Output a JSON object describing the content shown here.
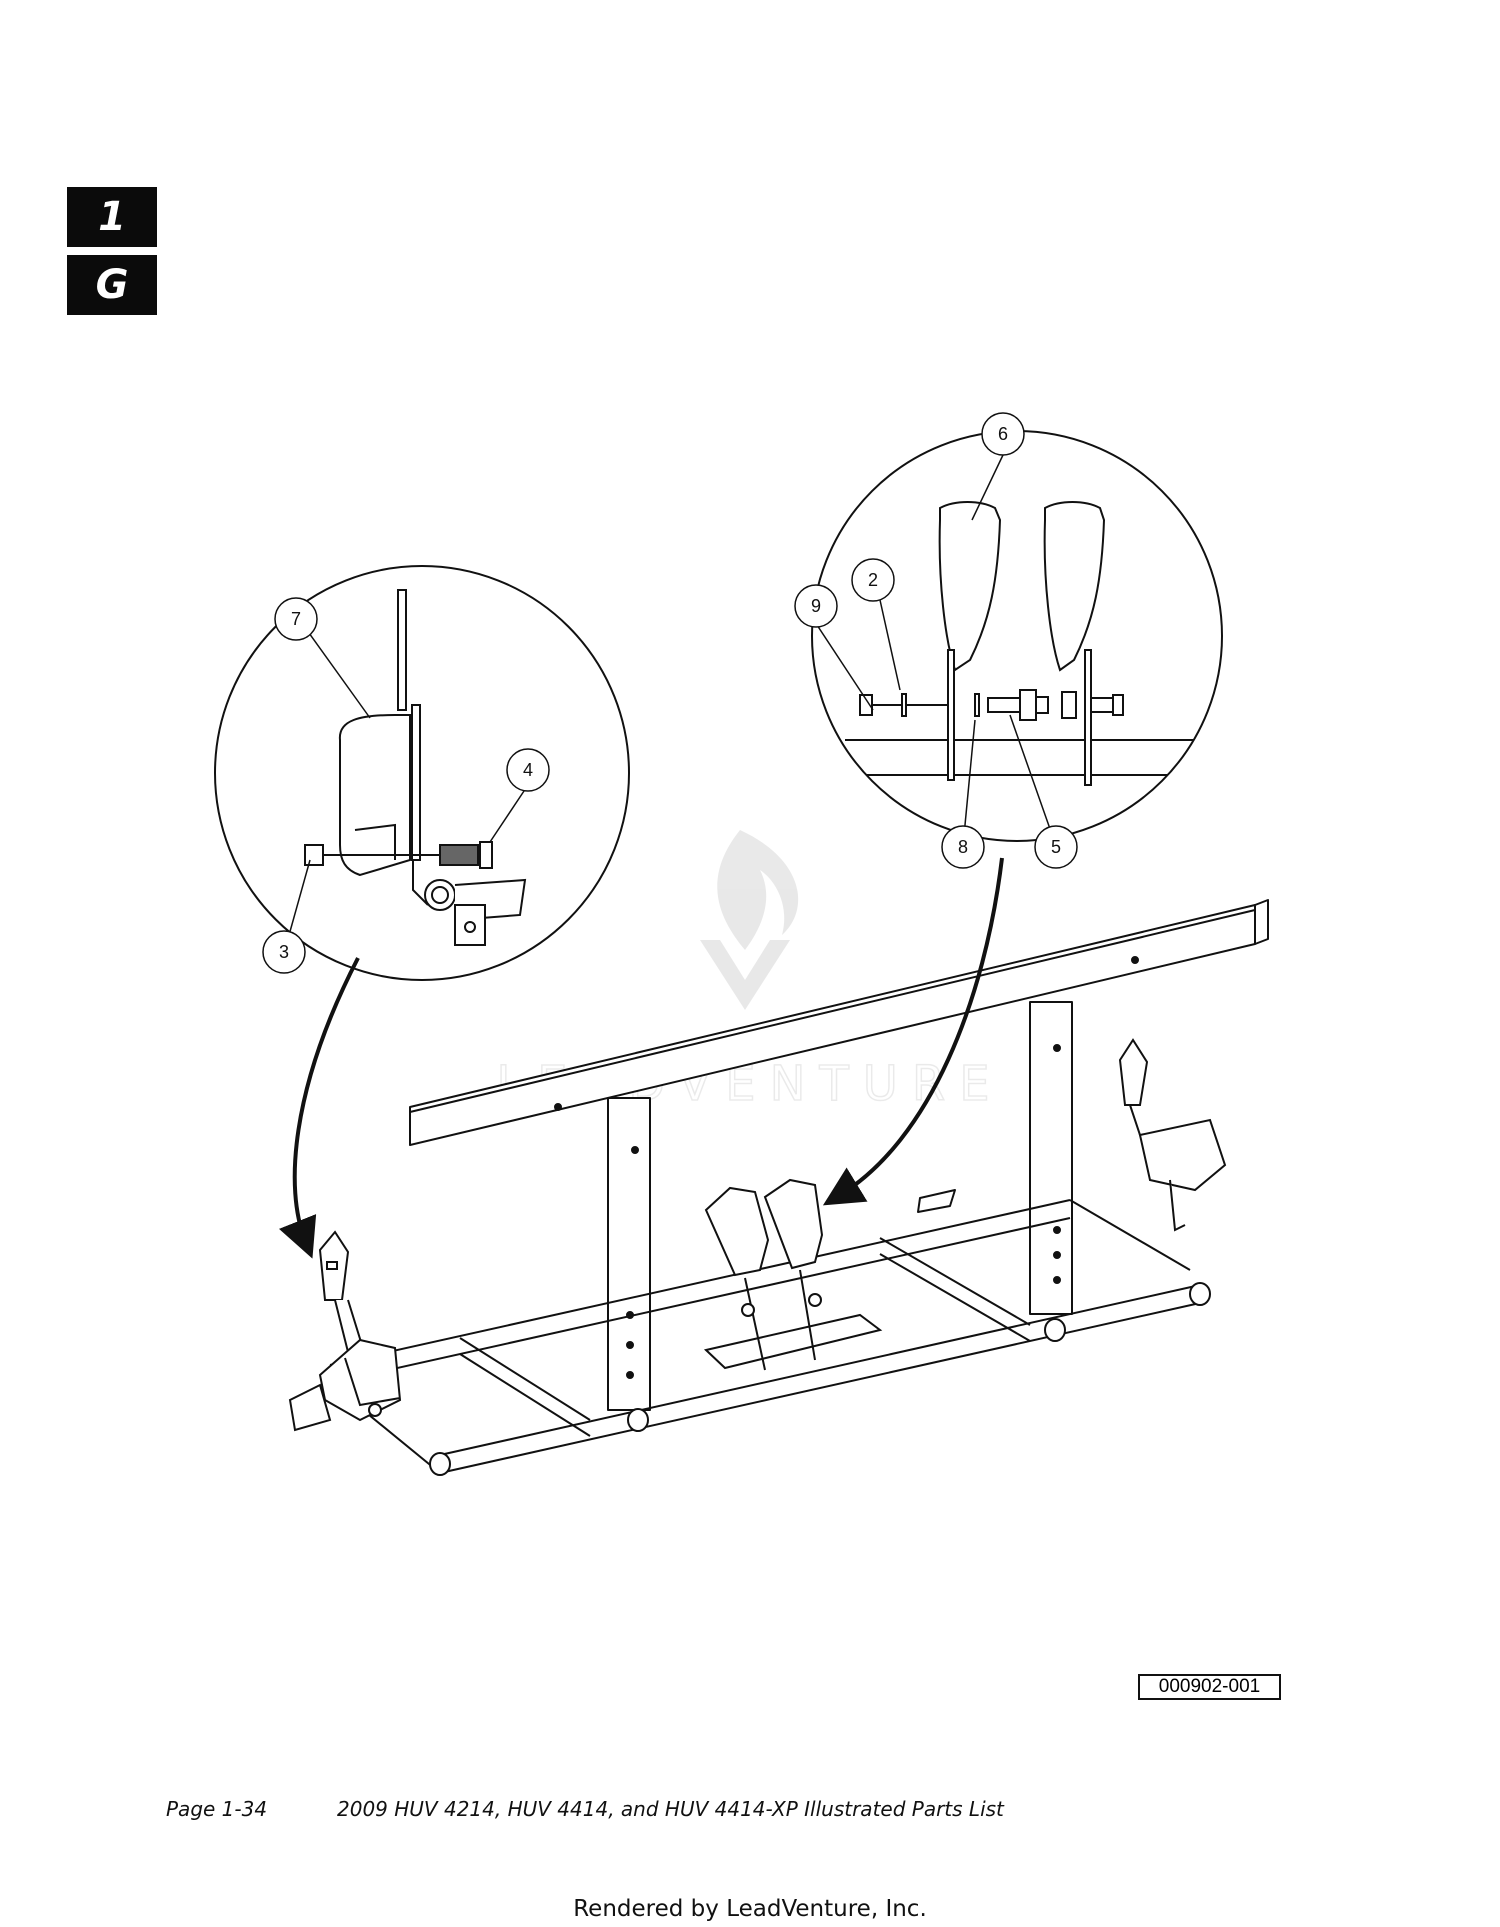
{
  "section_tabs": [
    "1",
    "G"
  ],
  "callouts": [
    "6",
    "2",
    "9",
    "7",
    "4",
    "8",
    "5",
    "3"
  ],
  "watermark": "LEADVENTURE",
  "figure_id": "000902-001",
  "footer": {
    "page": "Page 1-34",
    "title": "2009 HUV 4214, HUV 4414, and HUV 4414-XP Illustrated Parts List"
  },
  "rendered_by": "Rendered by LeadVenture, Inc."
}
